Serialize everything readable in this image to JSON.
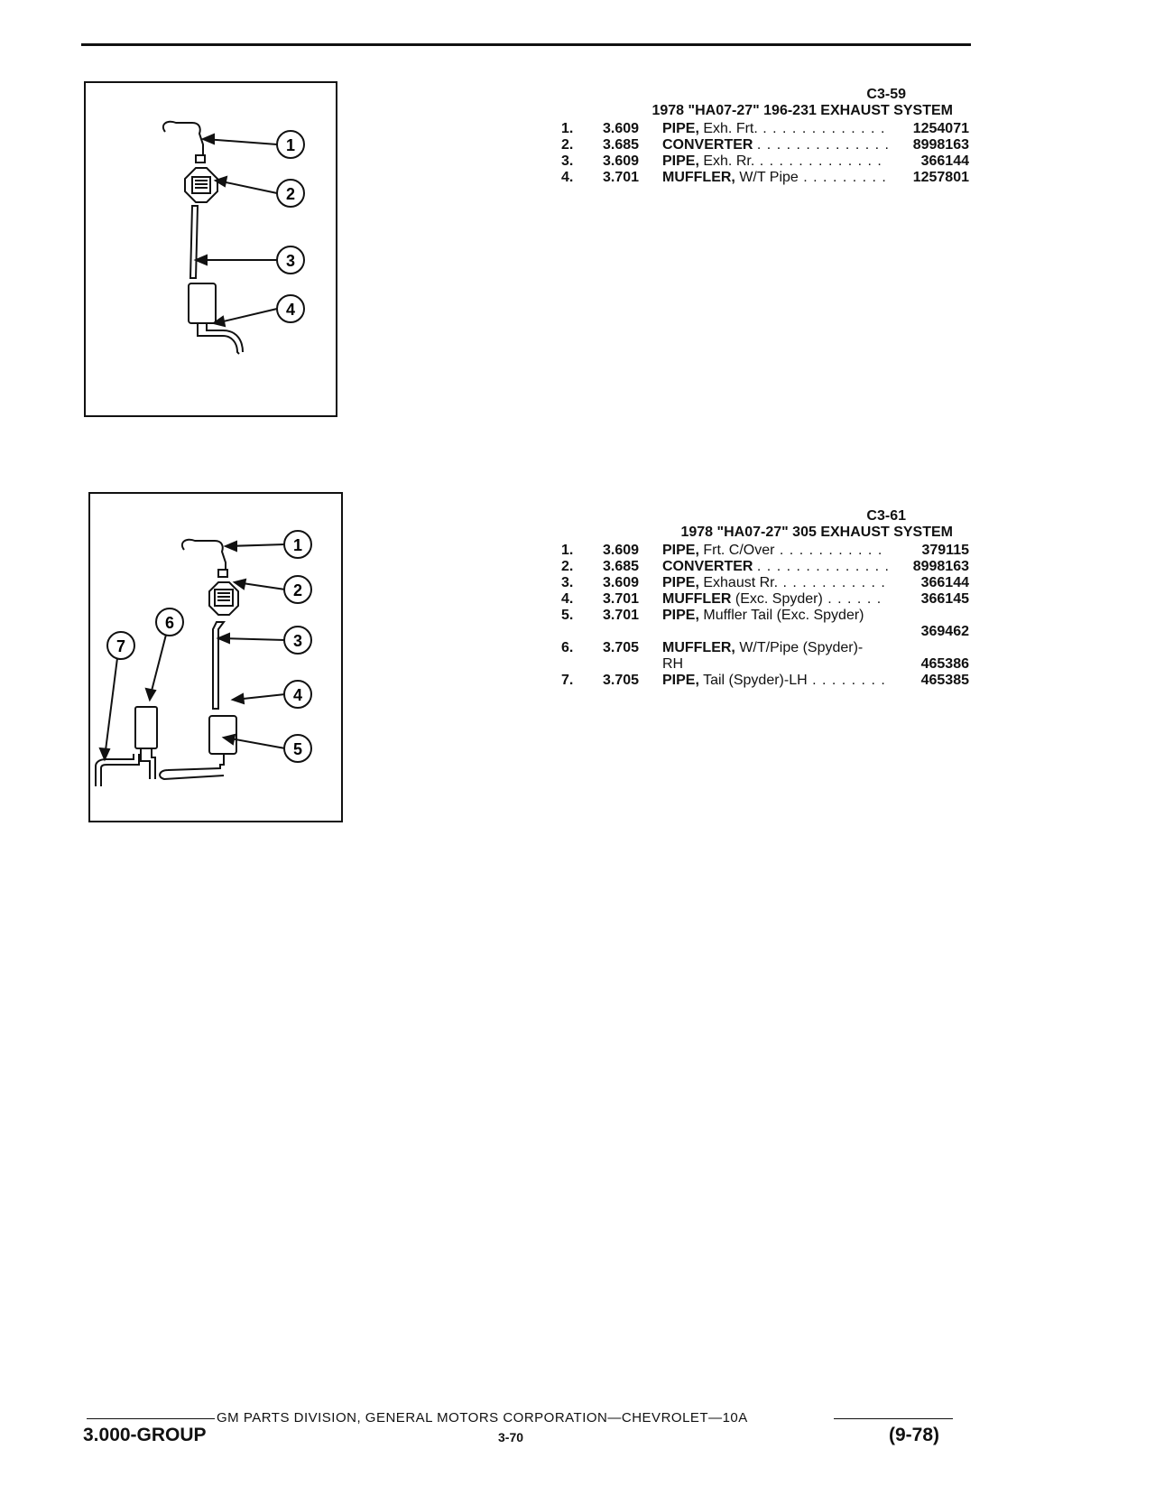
{
  "sections": [
    {
      "code": "C3-59",
      "heading": "1978 \"HA07-27\" 196-231 EXHAUST SYSTEM",
      "items": [
        {
          "num": "1.",
          "group": "3.609",
          "name": "PIPE,",
          "detail": "Exh. Frt.",
          "part": "1254071"
        },
        {
          "num": "2.",
          "group": "3.685",
          "name": "CONVERTER",
          "detail": "",
          "part": "8998163"
        },
        {
          "num": "3.",
          "group": "3.609",
          "name": "PIPE,",
          "detail": "Exh. Rr.",
          "part": "366144"
        },
        {
          "num": "4.",
          "group": "3.701",
          "name": "MUFFLER,",
          "detail": "W/T Pipe",
          "part": "1257801"
        }
      ],
      "callouts": [
        "1",
        "2",
        "3",
        "4"
      ]
    },
    {
      "code": "C3-61",
      "heading": "1978 \"HA07-27\" 305 EXHAUST SYSTEM",
      "items": [
        {
          "num": "1.",
          "group": "3.609",
          "name": "PIPE,",
          "detail": "Frt. C/Over",
          "part": "379115"
        },
        {
          "num": "2.",
          "group": "3.685",
          "name": "CONVERTER",
          "detail": "",
          "part": "8998163"
        },
        {
          "num": "3.",
          "group": "3.609",
          "name": "PIPE,",
          "detail": "Exhaust Rr.",
          "part": "366144"
        },
        {
          "num": "4.",
          "group": "3.701",
          "name": "MUFFLER",
          "detail": "(Exc. Spyder)",
          "part": "366145"
        },
        {
          "num": "5.",
          "group": "3.701",
          "name": "PIPE,",
          "detail": "Muffler Tail (Exc. Spyder)",
          "part": "369462"
        },
        {
          "num": "6.",
          "group": "3.705",
          "name": "MUFFLER,",
          "detail": "W/T/Pipe (Spyder)-RH",
          "part": "465386"
        },
        {
          "num": "7.",
          "group": "3.705",
          "name": "PIPE,",
          "detail": "Tail (Spyder)-LH",
          "part": "465385"
        }
      ],
      "callouts": [
        "1",
        "2",
        "3",
        "4",
        "5",
        "6",
        "7"
      ]
    }
  ],
  "footer": {
    "text": "GM PARTS DIVISION, GENERAL MOTORS CORPORATION—CHEVROLET—10A",
    "group_code": "3.000-GROUP",
    "page": "3-70",
    "revision": "(9-78)"
  }
}
